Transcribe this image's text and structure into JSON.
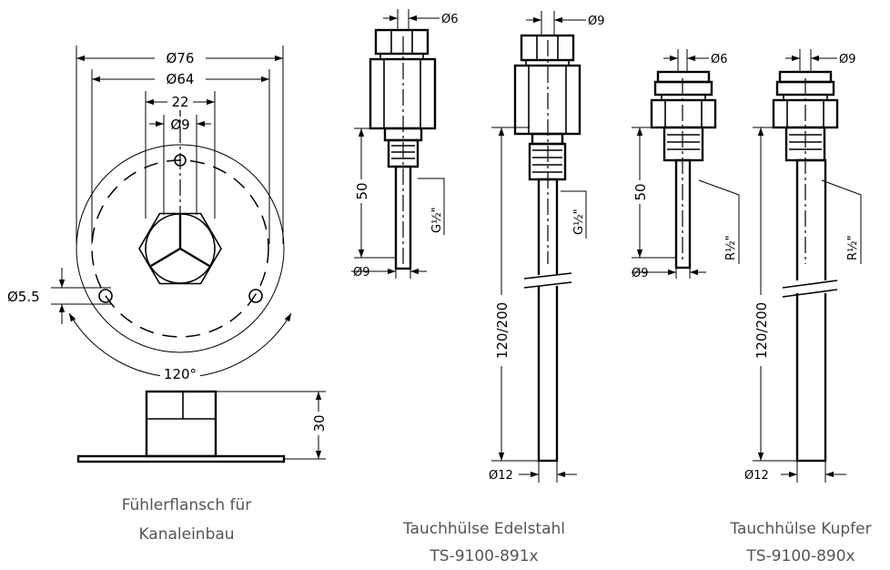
{
  "flange": {
    "dims": {
      "d76": "Ø76",
      "d64": "Ø64",
      "w22": "22",
      "d9": "Ø9",
      "d55": "Ø5.5",
      "angle": "120°",
      "h30": "30"
    },
    "caption": [
      "Fühlerflansch für",
      "Kanaleinbau"
    ]
  },
  "sleeve_steel": {
    "dims": {
      "top": "Ø6",
      "len": "50",
      "thread": "G½\"",
      "bottom": "Ø9"
    },
    "caption": []
  },
  "sleeve_steel_long": {
    "dims": {
      "top": "Ø9",
      "thread": "G½\"",
      "len": "120/200",
      "bottom": "Ø12"
    },
    "caption": [
      "Tauchhülse Edelstahl",
      "TS-9100-891x"
    ]
  },
  "sleeve_copper": {
    "dims": {
      "top": "Ø6",
      "len": "50",
      "thread": "R½\"",
      "bottom": "Ø9"
    },
    "caption": []
  },
  "sleeve_copper_long": {
    "dims": {
      "top": "Ø9",
      "thread": "R½\"",
      "len": "120/200",
      "bottom": "Ø12"
    },
    "caption": [
      "Tauchhülse Kupfer",
      "TS-9100-890x"
    ]
  },
  "colors": {
    "line": "#000000",
    "caption": "#555555",
    "background": "#ffffff"
  }
}
